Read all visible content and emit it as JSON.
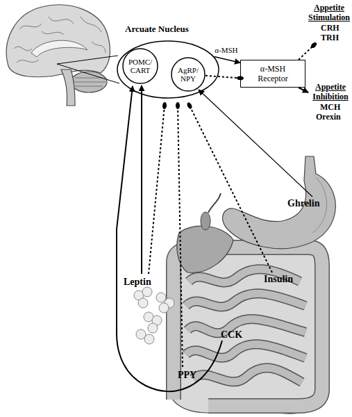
{
  "diagram": {
    "nodes": [
      {
        "text": [
          "Arcuate Nucleus"
        ]
      },
      {
        "text": [
          "POMC/ CART"
        ],
        "in": 0
      },
      {
        "text": [
          "AgRP/ NPY"
        ],
        "in": 0
      },
      {
        "text": [
          "α-MSH Receptor"
        ]
      }
    ],
    "edges": [
      {
        "from": 0,
        "to": 3,
        "arrow": "to",
        "label": "α-MSH"
      },
      {
        "from": 2,
        "to": 3,
        "arrow": "to"
      }
    ],
    "labels": [
      "Appetite Stimulation",
      "CRH",
      "TRH",
      "Appetite Inhibition",
      "MCH",
      "Orexin",
      "Ghrelin",
      "Leptin",
      "Insulin",
      "PPY",
      "CCK"
    ]
  }
}
